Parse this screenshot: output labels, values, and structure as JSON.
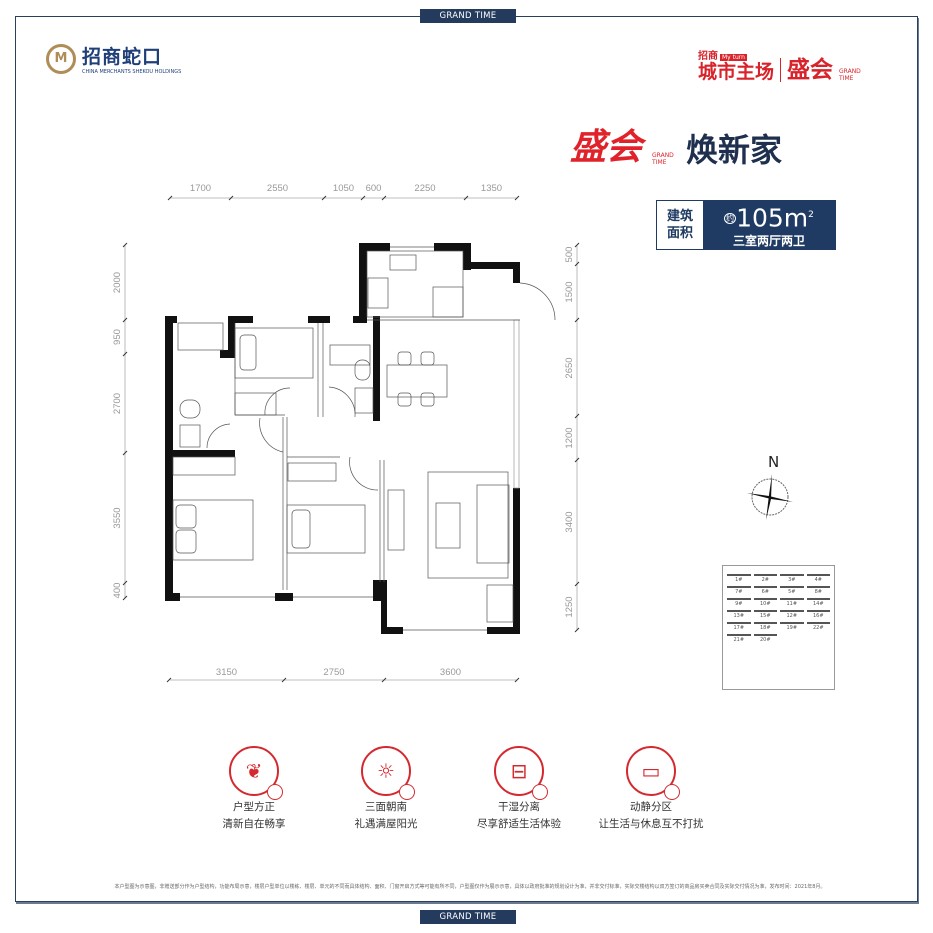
{
  "frame_tag": "GRAND TIME",
  "logo_left": {
    "cn": "招商蛇口",
    "en": "CHINA MERCHANTS SHEKOU HOLDINGS"
  },
  "logo_right": {
    "small": "招商",
    "tag": "My turn",
    "main": "城市主场",
    "brand": "盛会",
    "brand_en": "GRAND TIME"
  },
  "title": {
    "brand": "盛会",
    "brand_en": "GRAND TIME",
    "slogan": "焕新家"
  },
  "badge": {
    "label1": "建筑",
    "label2": "面积",
    "approx": "约",
    "area": "105m",
    "sup": "2",
    "layout": "三室两厅两卫"
  },
  "dimensions": {
    "top": [
      "1700",
      "2550",
      "1050",
      "600",
      "2250",
      "1350"
    ],
    "left": [
      "2000",
      "950",
      "2700",
      "3550",
      "400"
    ],
    "right": [
      "500",
      "1500",
      "2650",
      "1200",
      "3400",
      "1250"
    ],
    "bottom": [
      "3150",
      "2750",
      "3600"
    ]
  },
  "compass": "N",
  "site_plan": [
    "1#",
    "2#",
    "3#",
    "4#",
    "7#",
    "6#",
    "5#",
    "8#",
    "9#",
    "10#",
    "11#",
    "14#",
    "13#",
    "15#",
    "12#",
    "16#",
    "17#",
    "18#",
    "19#",
    "22#",
    "21#",
    "20#"
  ],
  "features": [
    {
      "icon": "leaf-icon",
      "line1": "户型方正",
      "line2": "清新自在畅享"
    },
    {
      "icon": "sun-icon",
      "line1": "三面朝南",
      "line2": "礼遇满屋阳光"
    },
    {
      "icon": "washbasin-icon",
      "line1": "干湿分离",
      "line2": "尽享舒适生活体验"
    },
    {
      "icon": "bed-icon",
      "line1": "动静分区",
      "line2": "让生活与休息互不打扰"
    }
  ],
  "disclaimer": "本户型图为示意图，非赠送部分作为户型结构，功能布局示意，楼层户型单位以楼栋、楼层、单元的不同而具体结构、面积、门窗开启方式等可能有所不同，户型图仅作为展示示意，具体以政府批准的规划设计为准，并非交付标准，实际交楼结构以双方签订的商品房买卖合同及实际交付情况为准，发布时间：2021年8月。",
  "colors": {
    "brand_red": "#e0232a",
    "navy": "#1f3a63"
  }
}
